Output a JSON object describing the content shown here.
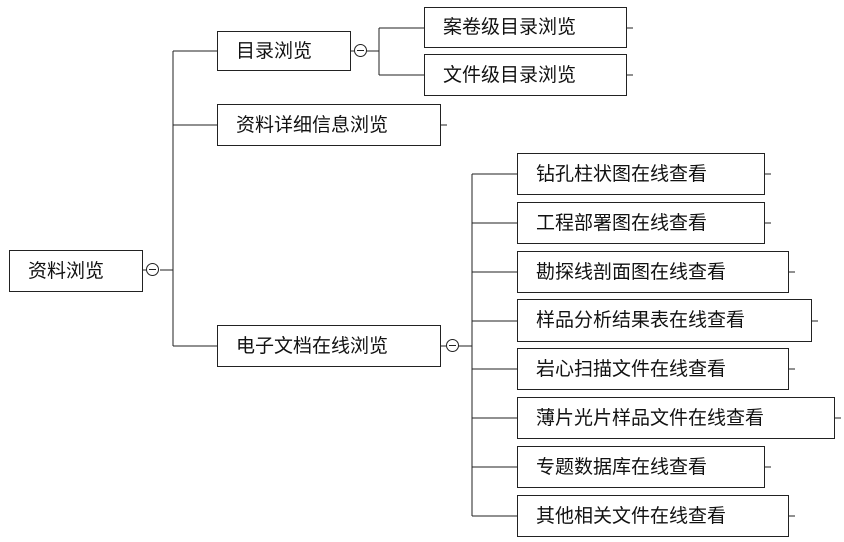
{
  "diagram": {
    "root": {
      "label": "资料浏览"
    },
    "catalog": {
      "label": "目录浏览",
      "children": [
        "案卷级目录浏览",
        "文件级目录浏览"
      ]
    },
    "detail": {
      "label": "资料详细信息浏览"
    },
    "online": {
      "label": "电子文档在线浏览",
      "children": [
        "钻孔柱状图在线查看",
        "工程部署图在线查看",
        "勘探线剖面图在线查看",
        "样品分析结果表在线查看",
        "岩心扫描文件在线查看",
        "薄片光片样品文件在线查看",
        "专题数据库在线查看",
        "其他相关文件在线查看"
      ]
    }
  }
}
